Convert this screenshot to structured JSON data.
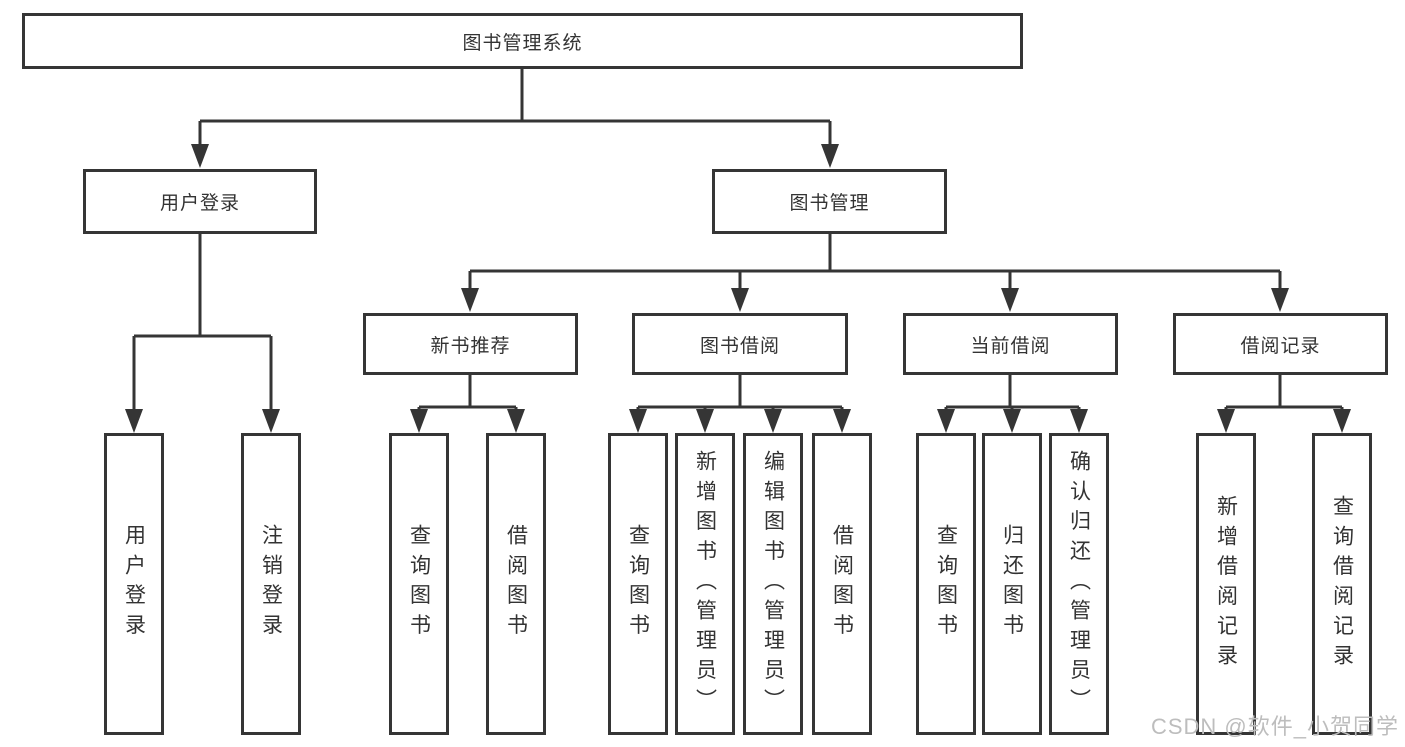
{
  "tree": {
    "root": {
      "label": "图书管理系统",
      "children": [
        {
          "label": "用户登录",
          "children": [
            {
              "label": "用户登录"
            },
            {
              "label": "注销登录"
            }
          ]
        },
        {
          "label": "图书管理",
          "children": [
            {
              "label": "新书推荐",
              "children": [
                {
                  "label": "查询图书"
                },
                {
                  "label": "借阅图书"
                }
              ]
            },
            {
              "label": "图书借阅",
              "children": [
                {
                  "label": "查询图书"
                },
                {
                  "label": "新增图书（管理员）"
                },
                {
                  "label": "编辑图书（管理员）"
                },
                {
                  "label": "借阅图书"
                }
              ]
            },
            {
              "label": "当前借阅",
              "children": [
                {
                  "label": "查询图书"
                },
                {
                  "label": "归还图书"
                },
                {
                  "label": "确认归还（管理员）"
                }
              ]
            },
            {
              "label": "借阅记录",
              "children": [
                {
                  "label": "新增借阅记录"
                },
                {
                  "label": "查询借阅记录"
                }
              ]
            }
          ]
        }
      ]
    }
  },
  "watermark": "CSDN @软件_小贺同学",
  "colors": {
    "line": "#353535",
    "text": "#333333",
    "watermark": "#bdbdbd",
    "background": "#ffffff"
  }
}
